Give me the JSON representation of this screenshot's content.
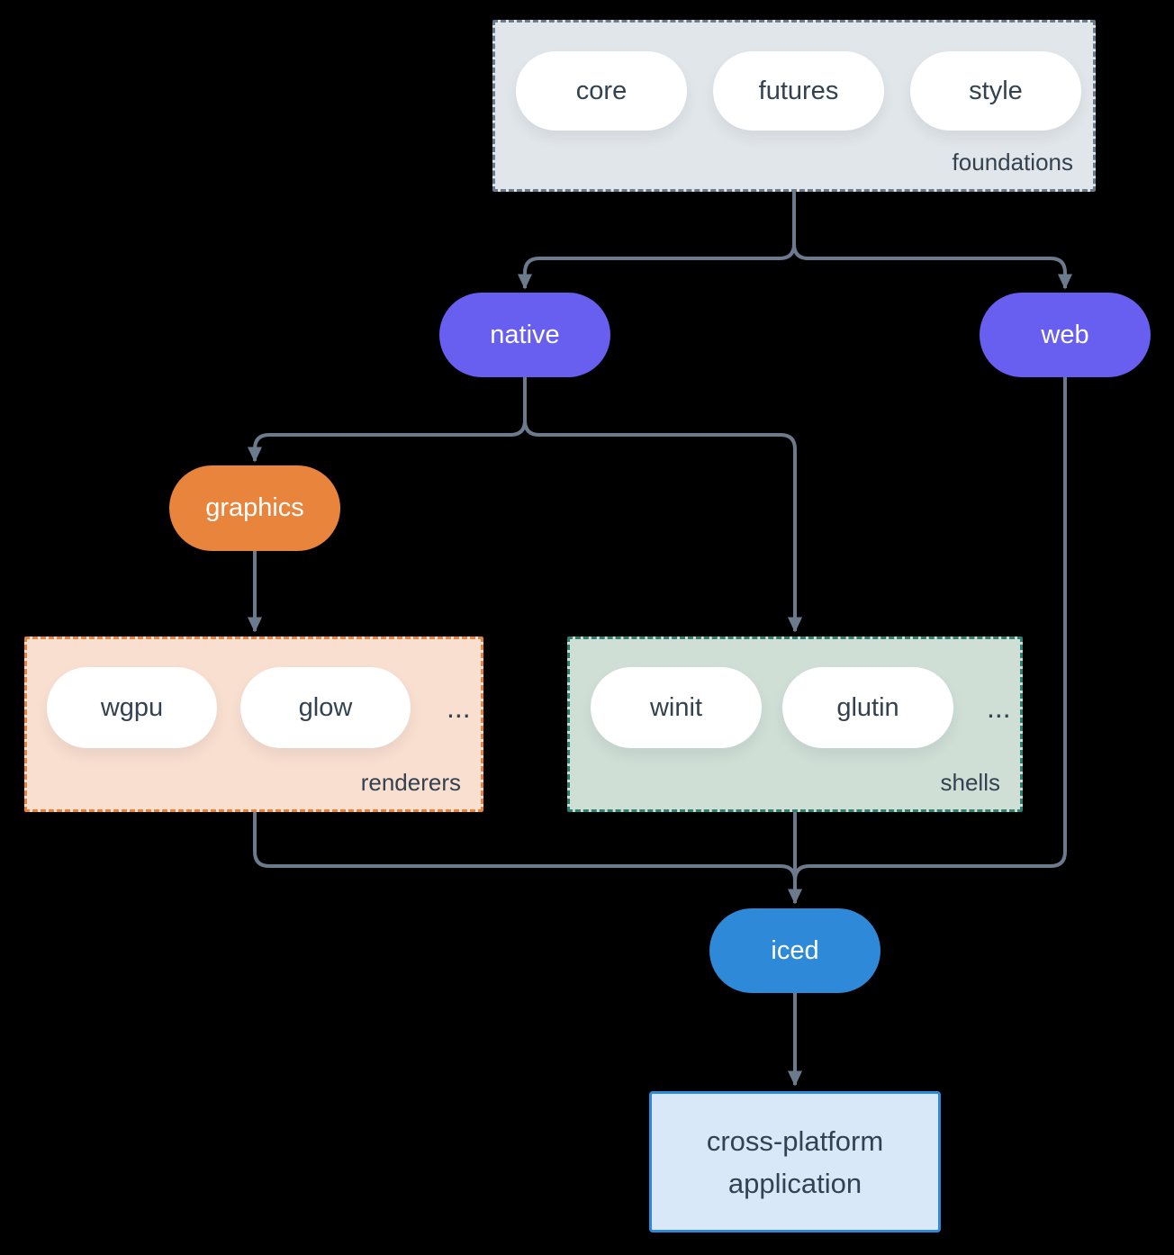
{
  "colors": {
    "background": "#000000",
    "arrow": "#6b7a8c",
    "purple_node": "#685ef0",
    "orange_node": "#e8843c",
    "blue_node": "#2e8ad8",
    "foundations_fill": "#e1e6ea",
    "foundations_border": "#6b7a8c",
    "renderers_fill": "#f9dfd0",
    "renderers_border": "#e8843c",
    "shells_fill": "#cfdfd6",
    "shells_border": "#2e8070",
    "application_fill": "#d8e8f8",
    "application_border": "#2e8ad8",
    "pill_fill": "#ffffff",
    "dark_text": "#334250"
  },
  "foundations": {
    "label": "foundations",
    "items": [
      "core",
      "futures",
      "style"
    ]
  },
  "native": {
    "label": "native"
  },
  "web": {
    "label": "web"
  },
  "graphics": {
    "label": "graphics"
  },
  "renderers": {
    "label": "renderers",
    "items": [
      "wgpu",
      "glow"
    ],
    "more": "..."
  },
  "shells": {
    "label": "shells",
    "items": [
      "winit",
      "glutin"
    ],
    "more": "..."
  },
  "iced": {
    "label": "iced"
  },
  "application": {
    "lines": [
      "cross-platform",
      "application"
    ]
  }
}
